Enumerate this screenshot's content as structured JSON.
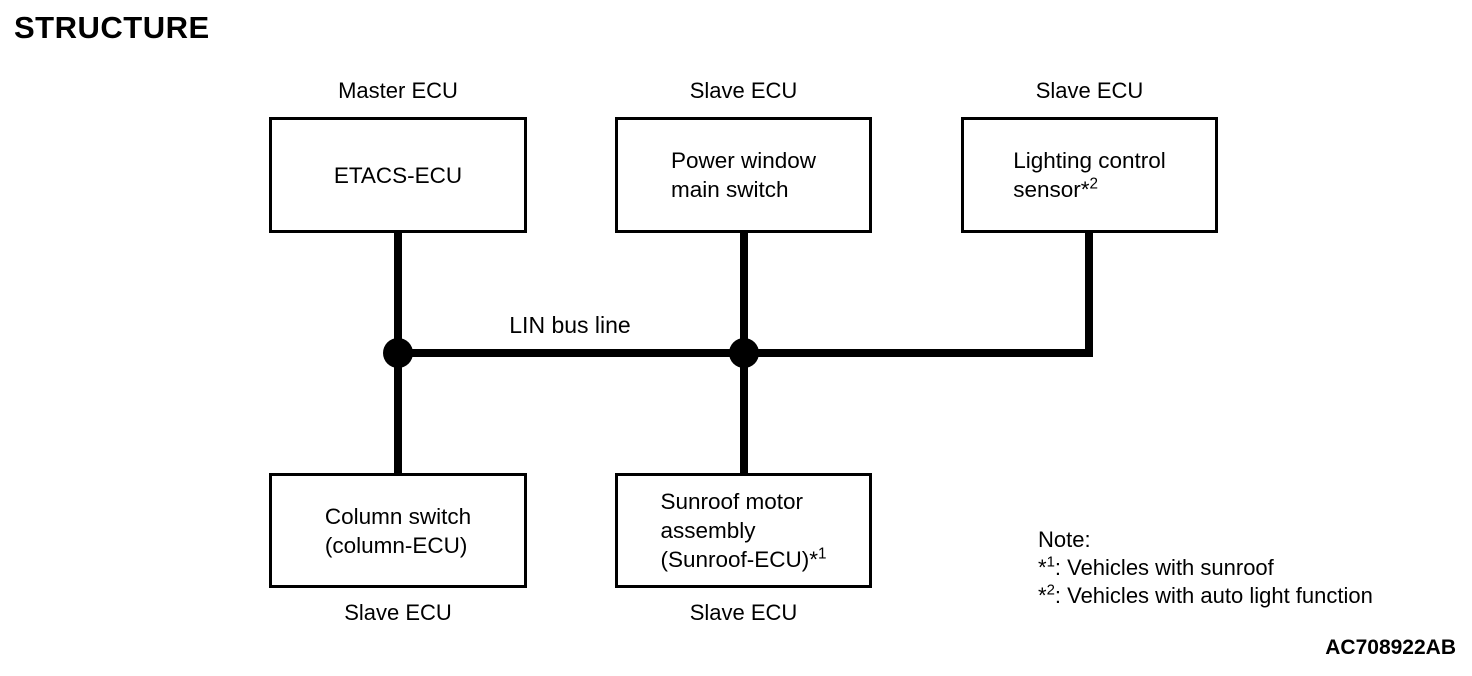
{
  "title": "STRUCTURE",
  "colors": {
    "background": "#ffffff",
    "line": "#000000",
    "text": "#000000"
  },
  "diagram": {
    "bus_label": "LIN bus line",
    "top_boxes": [
      {
        "role_label": "Master ECU",
        "line1": "ETACS-ECU"
      },
      {
        "role_label": "Slave ECU",
        "line1": "Power window",
        "line2": "main switch"
      },
      {
        "role_label": "Slave ECU",
        "line1": "Lighting control",
        "line2_pre": "sensor*",
        "line2_sup": "2"
      }
    ],
    "bottom_boxes": [
      {
        "line1": "Column switch",
        "line2": "(column-ECU)",
        "role_label": "Slave ECU"
      },
      {
        "line1": "Sunroof motor",
        "line2": "assembly",
        "line3_pre": "(Sunroof-ECU)*",
        "line3_sup": "1",
        "role_label": "Slave ECU"
      }
    ],
    "note": {
      "heading": "Note:",
      "items": [
        {
          "marker": "*",
          "marker_sup": "1",
          "text": ": Vehicles with sunroof"
        },
        {
          "marker": "*",
          "marker_sup": "2",
          "text": ": Vehicles with auto light function"
        }
      ]
    },
    "figure_code": "AC708922AB"
  }
}
